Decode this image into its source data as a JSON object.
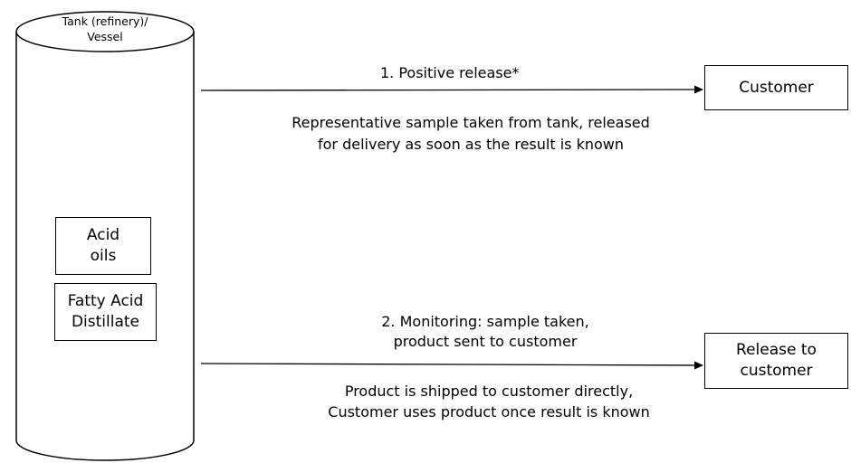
{
  "tank": {
    "label_line1": "Tank (refinery)/",
    "label_line2": "Vessel"
  },
  "products": {
    "acid_oils_line1": "Acid",
    "acid_oils_line2": "oils",
    "fad_line1": "Fatty Acid",
    "fad_line2": "Distillate"
  },
  "route1": {
    "title": "1. Positive release*",
    "desc_line1": "Representative sample taken from tank, released",
    "desc_line2": "for delivery as soon as the result is known",
    "target": "Customer"
  },
  "route2": {
    "title_line1": "2. Monitoring: sample taken,",
    "title_line2": "product sent to customer",
    "desc_line1": "Product is shipped to customer directly,",
    "desc_line2": "Customer uses product once result is known",
    "target_line1": "Release to",
    "target_line2": "customer"
  }
}
